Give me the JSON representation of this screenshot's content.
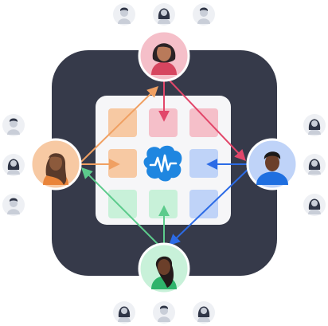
{
  "colors": {
    "dark_panel": "#363A4A",
    "grid_panel": "#F6F6F8",
    "orange": "#F7C9A3",
    "pink": "#F5BFC9",
    "blue": "#BFD3F8",
    "green": "#C8F1D9",
    "arrow_orange": "#F0A062",
    "arrow_pink": "#E2476A",
    "arrow_blue": "#2C6BE6",
    "arrow_green": "#5CCB8C",
    "brand_blue": "#1F86E0",
    "small_avatar_bg": "#EEF0F4",
    "small_avatar_figure": "#2F3546"
  },
  "central_logo": {
    "icon": "brain-wave-icon"
  },
  "grid": {
    "rows": [
      [
        "orange",
        "pink",
        "pink"
      ],
      [
        "orange",
        "logo",
        "blue"
      ],
      [
        "green",
        "green",
        "blue"
      ]
    ]
  },
  "main_avatars": [
    {
      "name": "top",
      "icon": "woman-avatar-icon",
      "ring": "pink"
    },
    {
      "name": "left",
      "icon": "woman-avatar-icon",
      "ring": "orange"
    },
    {
      "name": "right",
      "icon": "man-avatar-icon",
      "ring": "blue"
    },
    {
      "name": "bottom",
      "icon": "woman-avatar-icon",
      "ring": "green"
    }
  ],
  "small_avatars": {
    "top": [
      "man-avatar-icon",
      "woman-avatar-icon",
      "man-avatar-icon"
    ],
    "left": [
      "man-avatar-icon",
      "woman-avatar-icon",
      "man-avatar-icon"
    ],
    "right": [
      "woman-avatar-icon",
      "woman-avatar-icon",
      "woman-avatar-icon"
    ],
    "bottom": [
      "woman-avatar-icon",
      "man-avatar-icon",
      "woman-avatar-icon"
    ]
  }
}
